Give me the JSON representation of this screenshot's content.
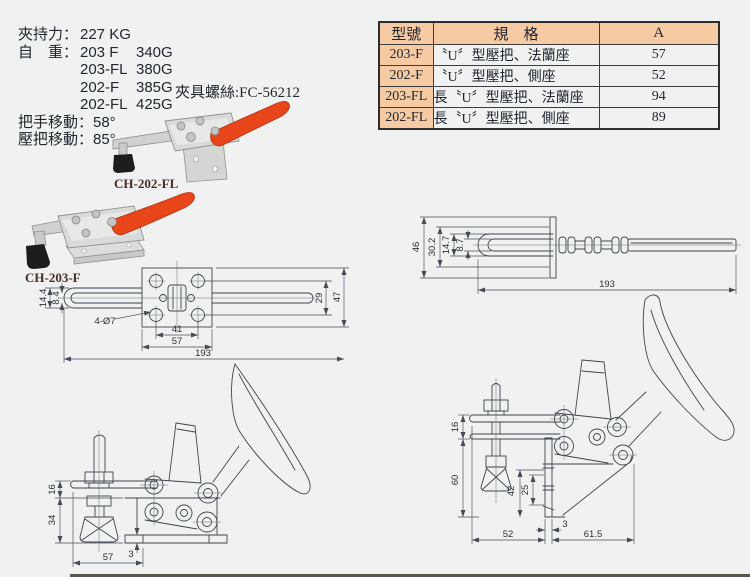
{
  "colors": {
    "handle_red": "#e8451b",
    "table_header_bg": "#f6cba3",
    "table_border": "#3c3c3c",
    "label_maroon": "#4a2c28",
    "page_bg": "#eff2f0"
  },
  "specs": {
    "clamping_force_label": "夾持力：",
    "clamping_force_value": "227 KG",
    "weight_label": "自　重：",
    "weights": [
      {
        "model": "203 F",
        "value": "340G"
      },
      {
        "model": "203-FL",
        "value": "380G"
      },
      {
        "model": "202-F",
        "value": "385G"
      },
      {
        "model": "202-FL",
        "value": "425G"
      }
    ],
    "handle_movement": "把手移動：58°",
    "press_movement": "壓把移動：85°",
    "clamp_screw": "夾具螺絲:FC-56212"
  },
  "products": [
    {
      "label": "CH-202-FL"
    },
    {
      "label": "CH-203-F"
    }
  ],
  "spec_table": {
    "headers": {
      "model": "型號",
      "spec": "規　格",
      "a": "A"
    },
    "rows": [
      {
        "model": "203-F",
        "spec": "〝U〞型壓把、法蘭座",
        "a": "57"
      },
      {
        "model": "202-F",
        "spec": "〝U〞型壓把、側座",
        "a": "52"
      },
      {
        "model": "203-FL",
        "spec": "長〝U〞型壓把、法蘭座",
        "a": "94"
      },
      {
        "model": "202-FL",
        "spec": "長〝U〞型壓把、側座",
        "a": "89"
      }
    ]
  },
  "drawings": {
    "top_center": {
      "d14_4": "14.4",
      "d8_4": "8.4",
      "hole_note": "4-Ø7",
      "d41": "41",
      "d57": "57",
      "d193": "193",
      "d29": "29",
      "d47": "47"
    },
    "top_right": {
      "d46": "46",
      "d30_2": "30.2",
      "d14_7": "14.7",
      "d8_7": "8.7",
      "d193": "193"
    },
    "bottom_left": {
      "d16": "16",
      "d34": "34",
      "d3": "3",
      "d57": "57"
    },
    "bottom_right": {
      "d16": "16",
      "d60": "60",
      "d42": "42",
      "d25": "25",
      "d3": "3",
      "d52": "52",
      "d61_5": "61.5"
    }
  }
}
